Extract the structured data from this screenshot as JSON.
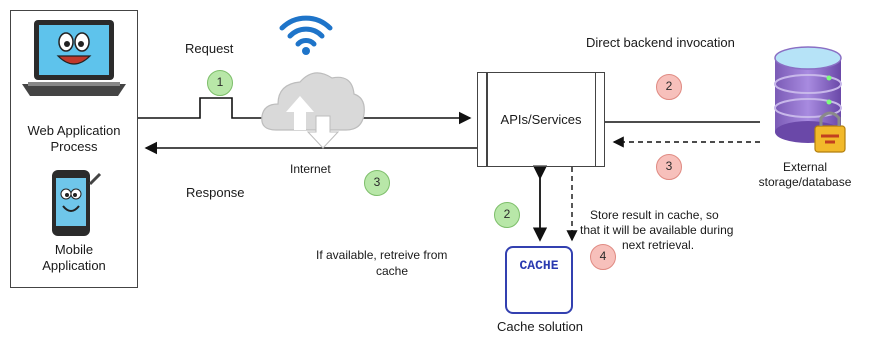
{
  "client": {
    "web_label_1": "Web Application",
    "web_label_2": "Process",
    "mobile_label_1": "Mobile",
    "mobile_label_2": "Application"
  },
  "flows": {
    "request": "Request",
    "response": "Response",
    "internet": "Internet",
    "direct_backend": "Direct backend invocation",
    "store_line_1": "Store  result in cache, so",
    "store_line_2": "that it will be available during",
    "store_line_3": "next retrieval.",
    "if_available_1": "If available, retreive from",
    "if_available_2": "cache"
  },
  "api": {
    "label": "APIs/Services"
  },
  "storage": {
    "label_1": "External",
    "label_2": "storage/database"
  },
  "cache": {
    "box_text": "CACHE",
    "caption": "Cache solution"
  },
  "badges": {
    "request_step": "1",
    "response_step": "3",
    "cache_read_step": "2",
    "backend_step": "2",
    "backend_return_step": "3",
    "cache_store_step": "4"
  },
  "colors": {
    "green": "#b8e7a8",
    "pink": "#f7c0bb",
    "cache_blue": "#3340b0"
  }
}
